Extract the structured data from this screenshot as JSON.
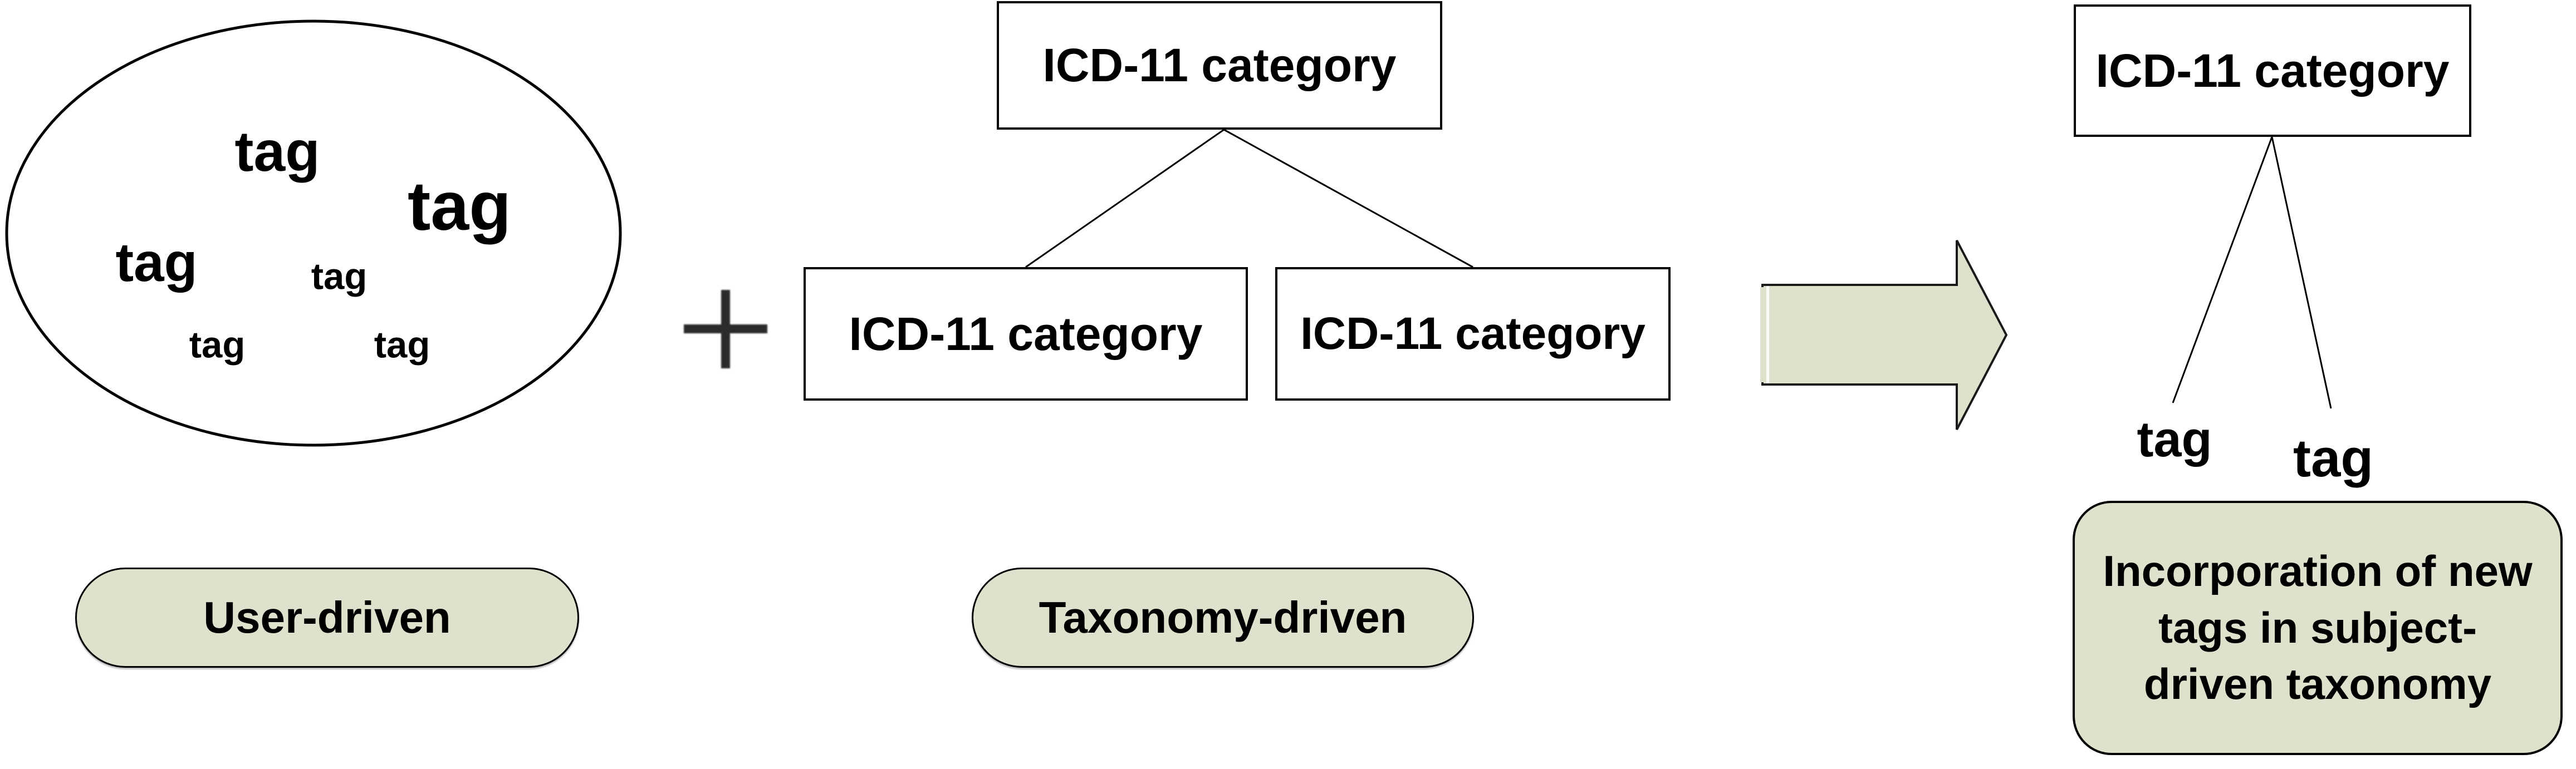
{
  "diagram": {
    "description_visible_text_only": true
  },
  "cloud": {
    "tags": [
      {
        "text": "tag"
      },
      {
        "text": "tag"
      },
      {
        "text": "tag"
      },
      {
        "text": "tag"
      },
      {
        "text": "tag"
      },
      {
        "text": "tag"
      }
    ],
    "caption": "User-driven"
  },
  "operator": {
    "icon": "plus"
  },
  "middle_tree": {
    "root_label": "ICD-11 category",
    "left_child_label": "ICD-11 category",
    "right_child_label": "ICD-11 category",
    "caption": "Taxonomy-driven"
  },
  "right_tree": {
    "root_label": "ICD-11 category",
    "leaf_tags": [
      {
        "text": "tag"
      },
      {
        "text": "tag"
      }
    ]
  },
  "result_box": {
    "lines": [
      "Incorporation of new",
      "tags in subject-",
      "driven taxonomy"
    ]
  },
  "colors": {
    "shape_fill": "#dde2cd",
    "outline": "#000000",
    "background": "#ffffff"
  }
}
